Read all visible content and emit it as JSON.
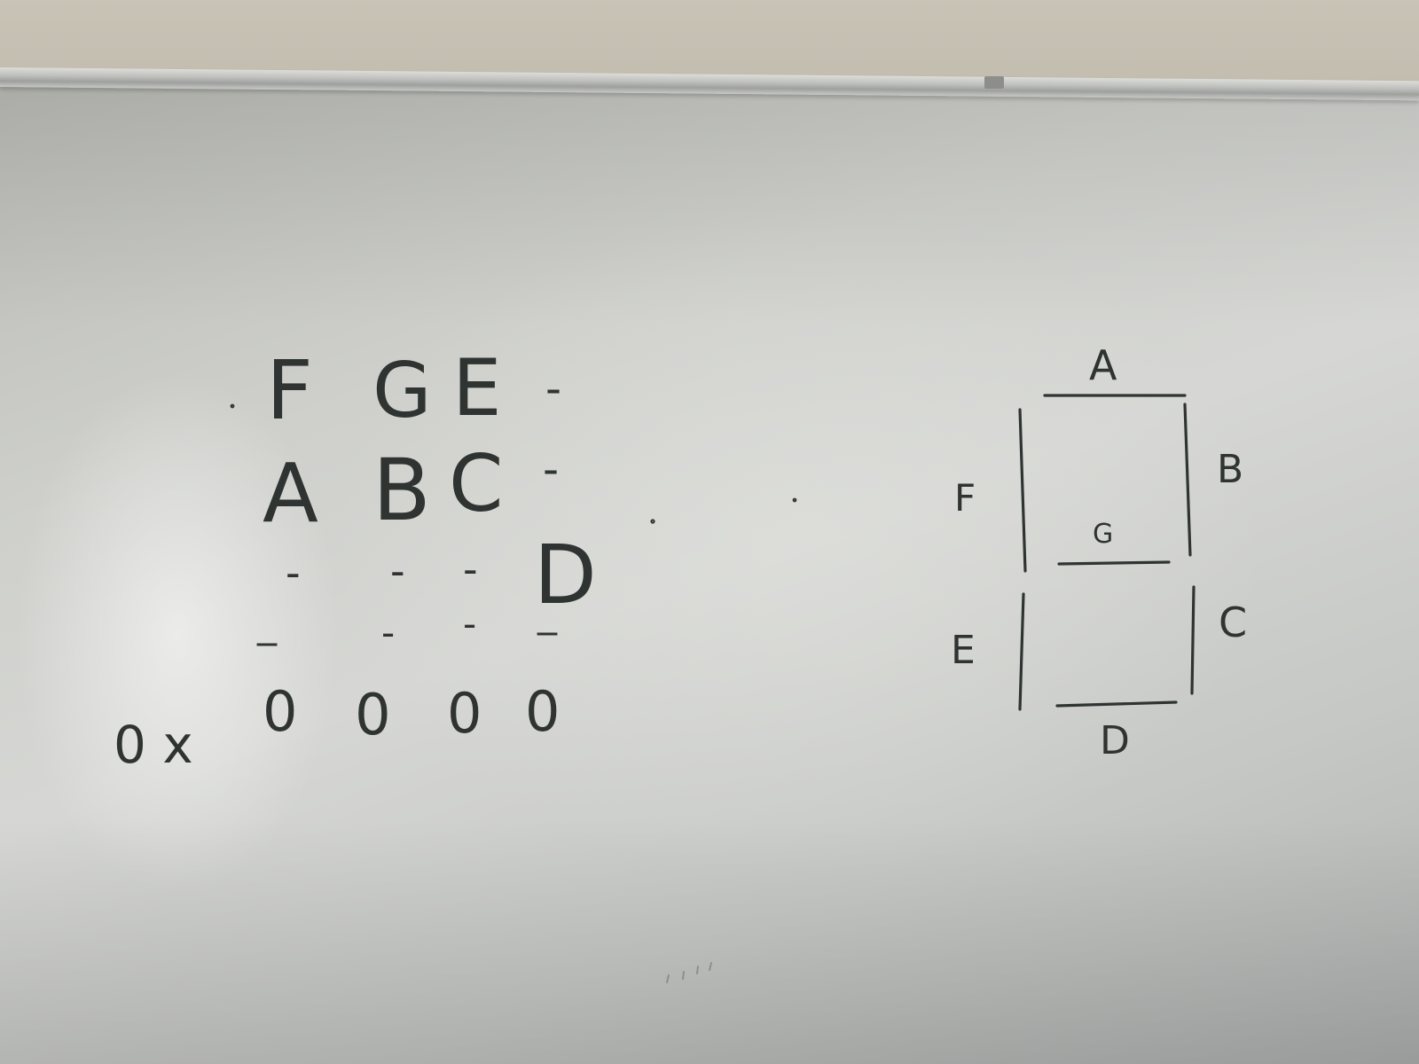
{
  "whiteboard": {
    "left_table": {
      "rows": [
        [
          "F",
          "G",
          "E",
          "-"
        ],
        [
          "A",
          "B",
          "C",
          "-"
        ],
        [
          "-",
          "-",
          "-",
          "D"
        ],
        [
          "_",
          "-",
          "-",
          "_"
        ]
      ],
      "bottom_row": [
        "0",
        "0",
        "0",
        "0"
      ],
      "row_prefix": "0 x"
    },
    "segment_display": {
      "labels": {
        "a": "A",
        "b": "B",
        "c": "C",
        "d": "D",
        "e": "E",
        "f": "F",
        "g": "G"
      }
    }
  }
}
